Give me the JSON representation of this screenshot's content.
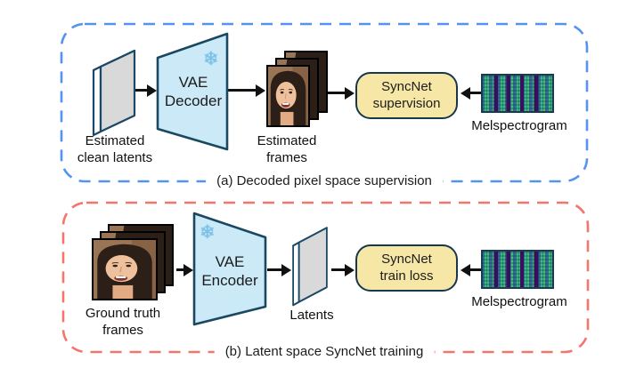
{
  "colors": {
    "panel_a_border": "#5494F0",
    "panel_b_border": "#F4756B",
    "vae_fill": "#CBE9F7",
    "vae_border": "#1A4860",
    "syncnet_fill": "#F6E7A6",
    "syncnet_border": "#17374E",
    "slab_face": "#D9D9D9",
    "snowflake_blue": "#7CC3E8",
    "arrow_black": "#111111"
  },
  "icons": {
    "snowflake": "❄"
  },
  "panel_a": {
    "caption": "(a) Decoded pixel space supervision",
    "latents_label": [
      "Estimated",
      "clean latents"
    ],
    "vae_label": [
      "VAE",
      "Decoder"
    ],
    "frames_label": [
      "Estimated",
      "frames"
    ],
    "syncnet_label": [
      "SyncNet",
      "supervision"
    ],
    "mel_label": "Melspectrogram"
  },
  "panel_b": {
    "caption": "(b) Latent space SyncNet training",
    "frames_label": [
      "Ground truth",
      "frames"
    ],
    "vae_label": [
      "VAE",
      "Encoder"
    ],
    "latents_label": "Latents",
    "syncnet_label": [
      "SyncNet",
      "train loss"
    ],
    "mel_label": "Melspectrogram"
  }
}
